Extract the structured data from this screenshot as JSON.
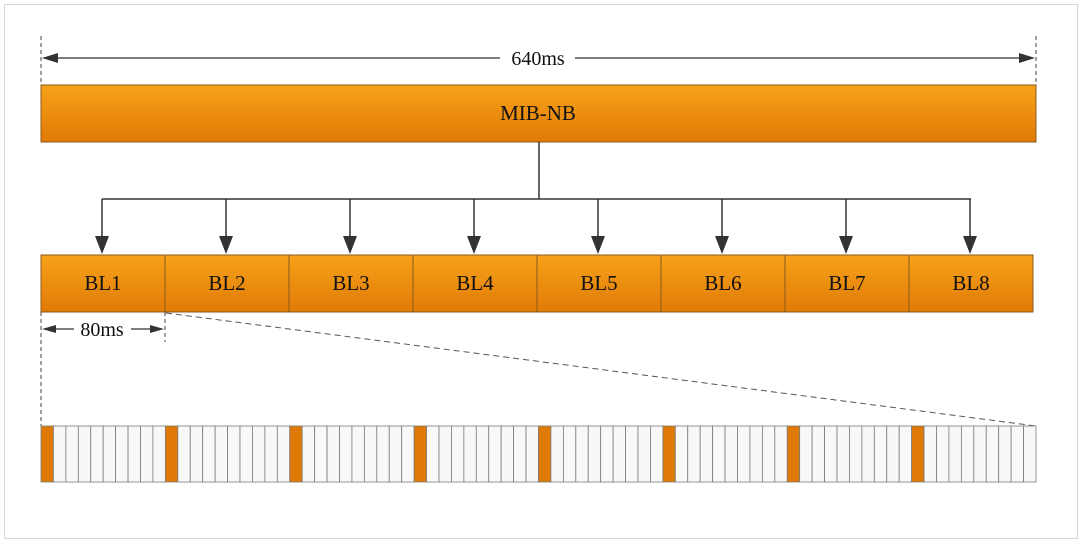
{
  "total_duration_label": "640ms",
  "mib_label": "MIB-NB",
  "block_labels": [
    "BL1",
    "BL2",
    "BL3",
    "BL4",
    "BL5",
    "BL6",
    "BL7",
    "BL8"
  ],
  "block_duration_label": "80ms",
  "subframes_per_block": 10,
  "colors": {
    "orange_top": "#f7a21a",
    "orange_bottom": "#e07a06",
    "border": "#8a5a1c",
    "line": "#333333",
    "subframe_fill": "#f8f8f8",
    "subframe_border": "#7a7a7a"
  }
}
